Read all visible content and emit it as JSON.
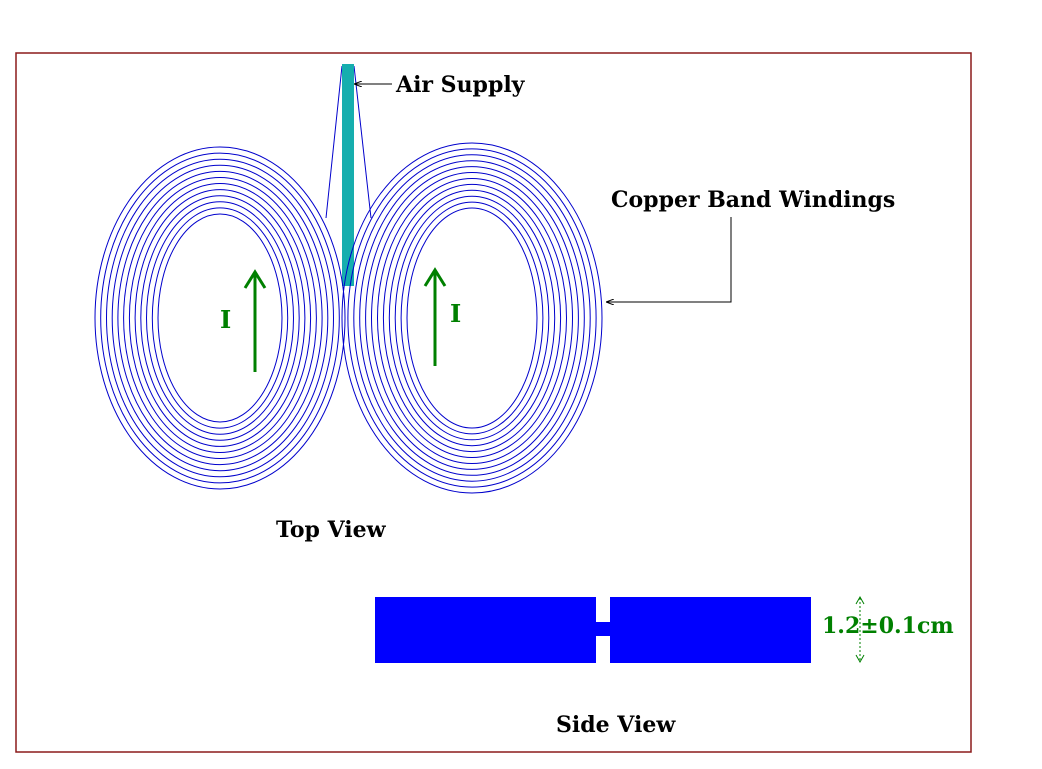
{
  "labels": {
    "air_supply": "Air Supply",
    "copper_band_windings": "Copper Band Windings",
    "top_view": "Top View",
    "side_view": "Side View",
    "current_left": "I",
    "current_right": "I",
    "thickness": "1.2±0.1cm"
  },
  "colors": {
    "frame": "#8b1a1a",
    "winding": "#0000cc",
    "air_tube": "#16aeae",
    "current_arrow": "#008000",
    "side_block": "#0000ff",
    "text": "#000000",
    "dimension": "#008000"
  },
  "windings": {
    "turns_per_coil": 12
  }
}
